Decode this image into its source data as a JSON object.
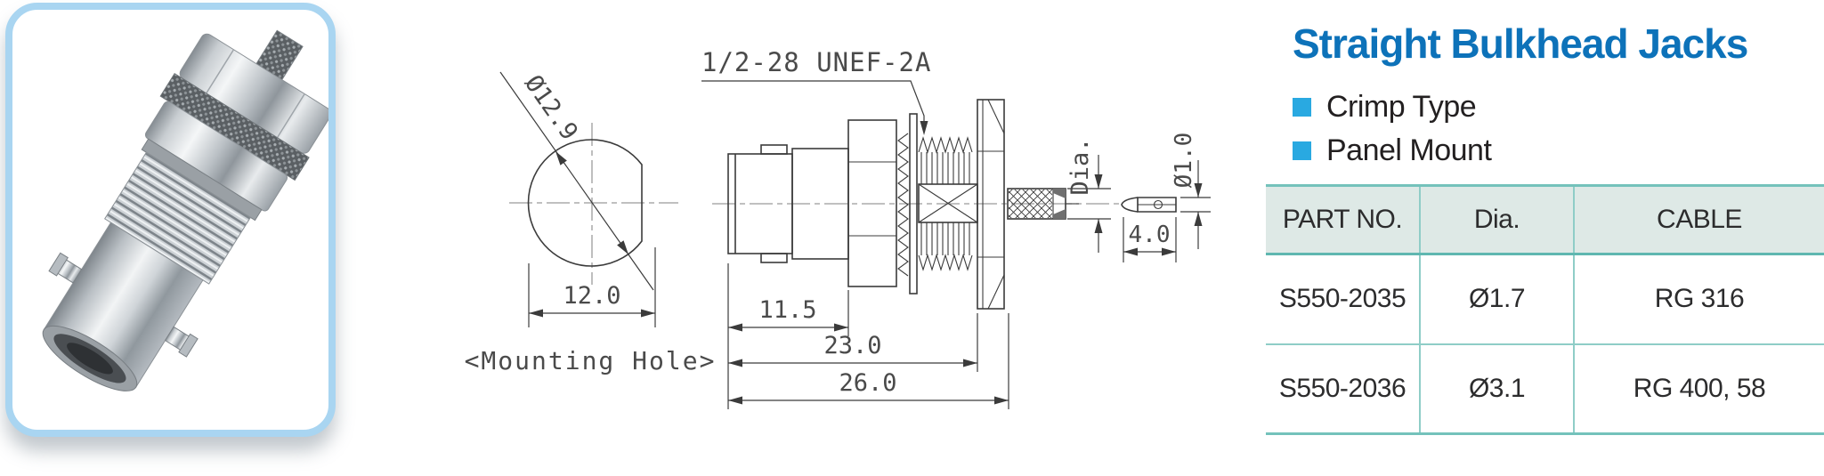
{
  "product": {
    "title": "Straight Bulkhead Jacks",
    "features": [
      "Crimp Type",
      "Panel Mount"
    ]
  },
  "drawing": {
    "mounting_hole": {
      "caption": "<Mounting Hole>",
      "diameter": "Ø12.9",
      "width": "12.0"
    },
    "side_view": {
      "thread_label": "1/2-28  UNEF-2A",
      "dim_front": "11.5",
      "dim_body": "23.0",
      "dim_overall": "26.0",
      "crimp_dia_label": "Dia.",
      "pin_length": "4.0",
      "pin_diameter": "Ø1.0"
    }
  },
  "table": {
    "headers": [
      "PART NO.",
      "Dia.",
      "CABLE"
    ],
    "rows": [
      [
        "S550-2035",
        "Ø1.7",
        "RG 316"
      ],
      [
        "S550-2036",
        "Ø3.1",
        "RG 400, 58"
      ]
    ]
  },
  "colors": {
    "title_blue": "#0d72b9",
    "bullet_blue": "#29a9e1",
    "table_border_teal": "#74c2bb",
    "table_header_bg": "#dee9e6",
    "photo_frame_border": "#a9d5f1",
    "drawing_line": "#3b3b3b",
    "centerline_gray": "#9b9b9b"
  }
}
